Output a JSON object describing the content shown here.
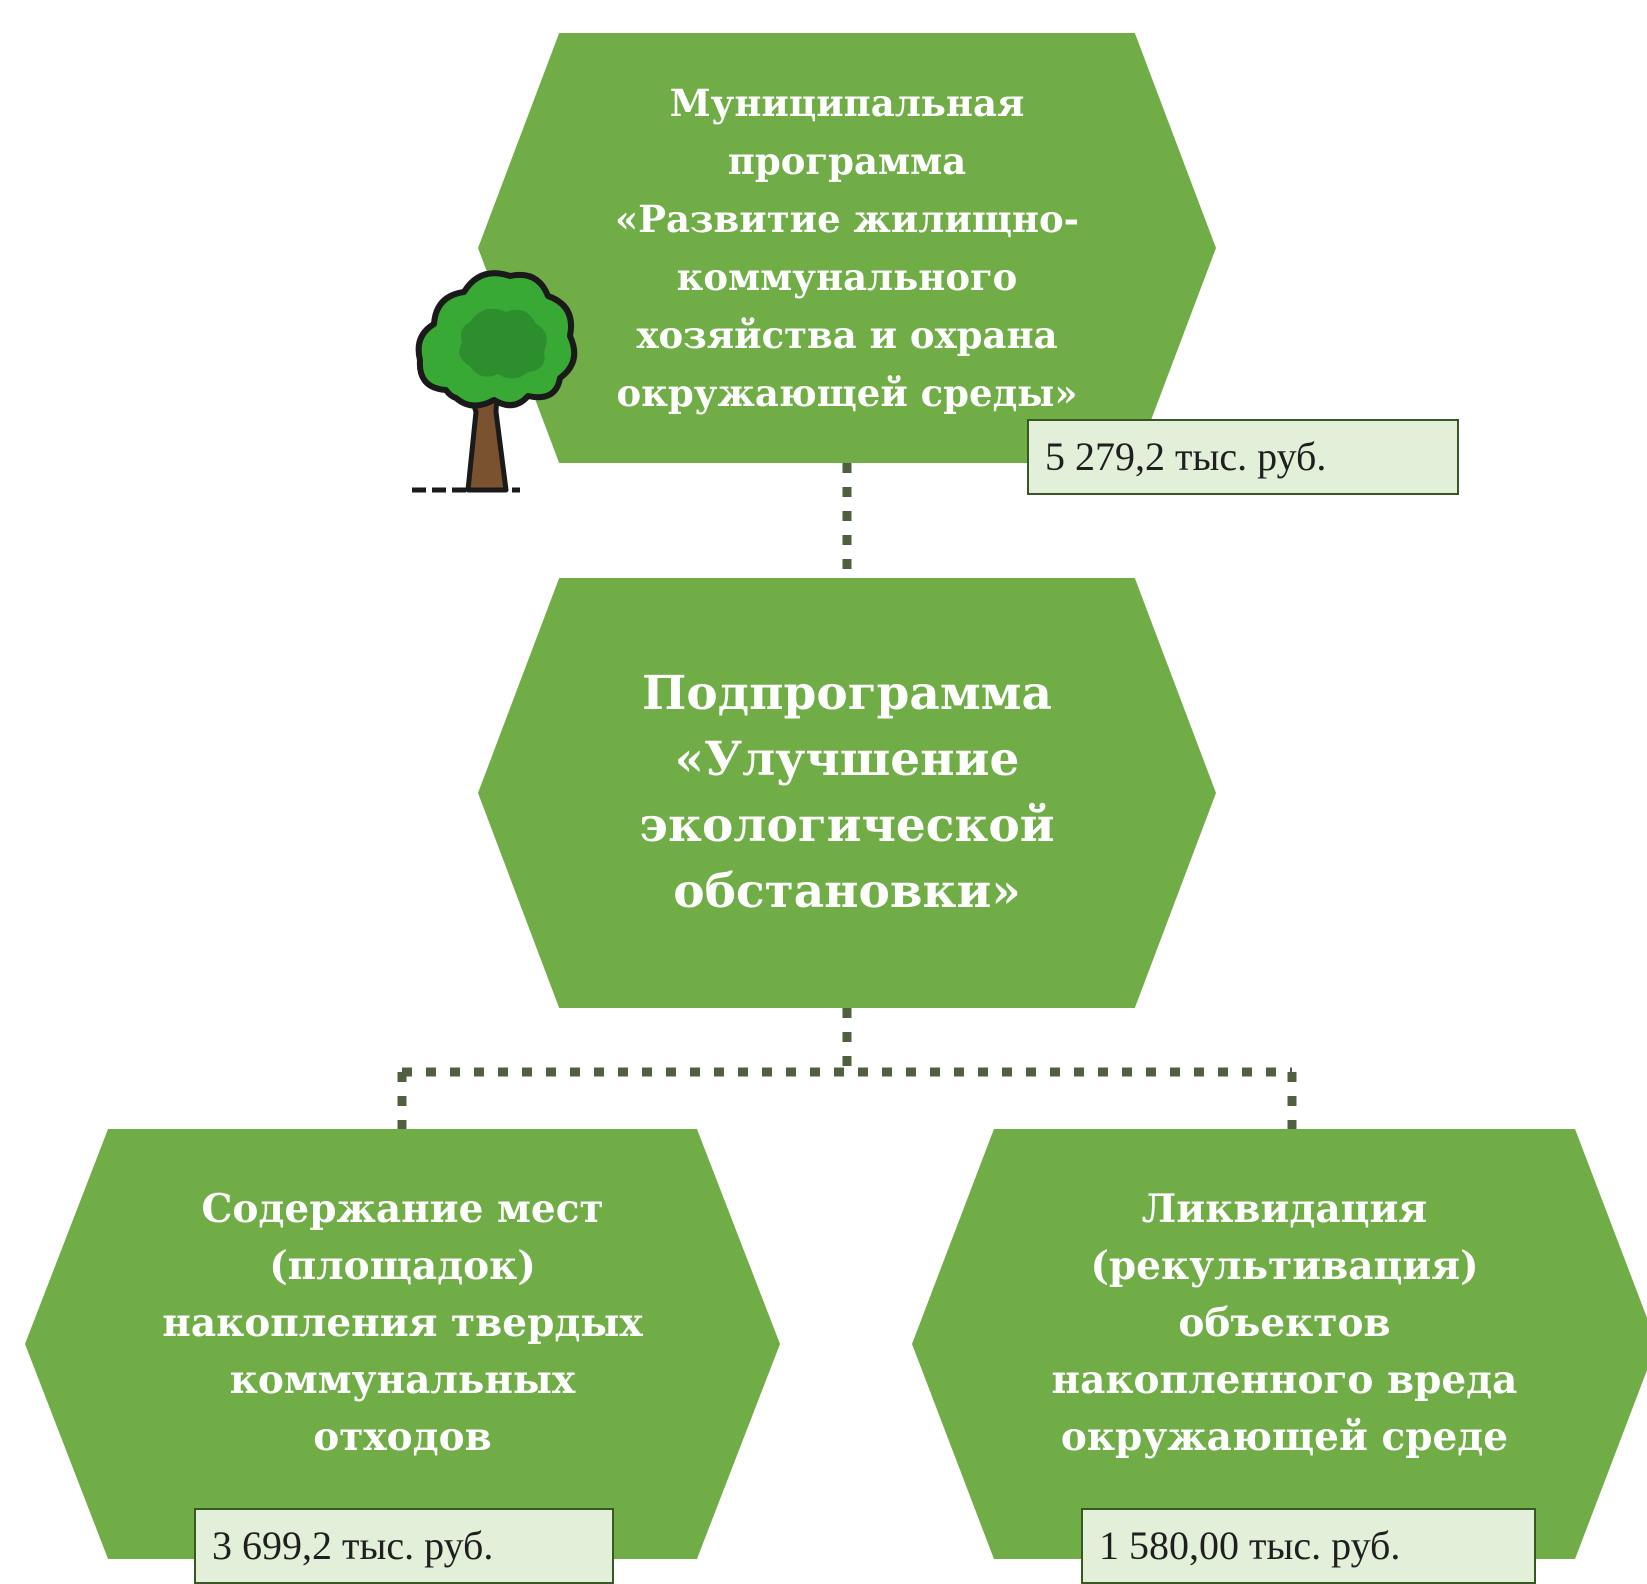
{
  "nodes": {
    "program": {
      "lines": [
        "Муниципальная",
        "программа",
        "«Развитие жилищно-",
        "коммунального",
        "хозяйства и охрана",
        "окружающей среды»"
      ],
      "amount": "5 279,2 тыс. руб."
    },
    "subprogram": {
      "lines": [
        "Подпрограмма",
        "«Улучшение",
        "экологической",
        "обстановки»"
      ]
    },
    "activity_1": {
      "lines": [
        "Содержание мест",
        "(площадок)",
        "накопления твердых",
        "коммунальных",
        "отходов"
      ],
      "amount": "3 699,2 тыс. руб."
    },
    "activity_2": {
      "lines": [
        "Ликвидация",
        "(рекультивация)",
        "объектов",
        "накопленного вреда",
        "окружающей среде"
      ],
      "amount": "1 580,00 тыс. руб."
    }
  },
  "colors": {
    "hexagon_fill": "#70ad47",
    "connector": "#4f5f3f",
    "amount_fill": "#e2efd9",
    "amount_border": "#385723"
  },
  "icons": {
    "tree": "tree-icon"
  }
}
